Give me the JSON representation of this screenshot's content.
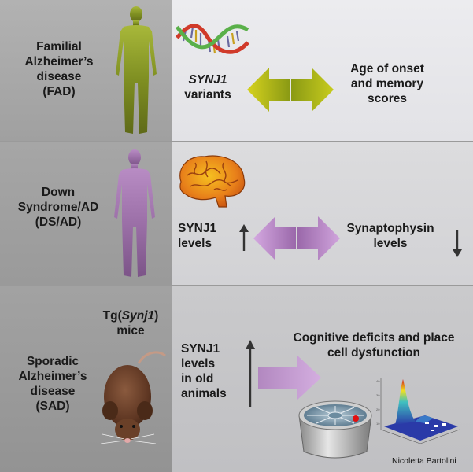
{
  "rows": [
    {
      "condition_lines": [
        "Familial",
        "Alzheimer’s",
        "disease",
        "(FAD)"
      ],
      "finding_lines": [
        "SYNJ1",
        "variants"
      ],
      "outcome_lines": [
        "Age of onset",
        "and memory",
        "scores"
      ]
    },
    {
      "condition_lines": [
        "Down",
        "Syndrome/AD",
        "(DS/AD)"
      ],
      "finding_lines": [
        "SYNJ1",
        "levels"
      ],
      "outcome_lines": [
        "Synaptophysin",
        "levels"
      ]
    },
    {
      "condition_lines": [
        "Sporadic",
        "Alzheimer’s",
        "disease",
        "(SAD)"
      ],
      "model_prefix": "Tg(",
      "model_gene": "Synj1",
      "model_suffix": ")",
      "model_line2": "mice",
      "finding_lines": [
        "SYNJ1",
        "levels",
        "in old",
        "animals"
      ],
      "outcome_lines": [
        "Cognitive deficits and place",
        "cell dysfunction"
      ]
    }
  ],
  "credit": "Nicoletta Bartolini",
  "icons": [
    "human-silhouette-icon",
    "dna-helix-icon",
    "brain-icon",
    "mouse-icon",
    "water-maze-icon",
    "3d-surface-plot-icon"
  ],
  "colors": {
    "fad_figure": "#8a9a28",
    "ds_figure": "#a47ab0",
    "double_arrow_green": "#9aaa1e",
    "double_arrow_purple": "#b98ac6",
    "single_arrow_purple": "#c29ad0",
    "left_panel": "#a7a7a7",
    "right_panel_top": "#e7e7ea",
    "right_panel_mid": "#d8d8da",
    "right_panel_bottom": "#c6c6c8"
  }
}
